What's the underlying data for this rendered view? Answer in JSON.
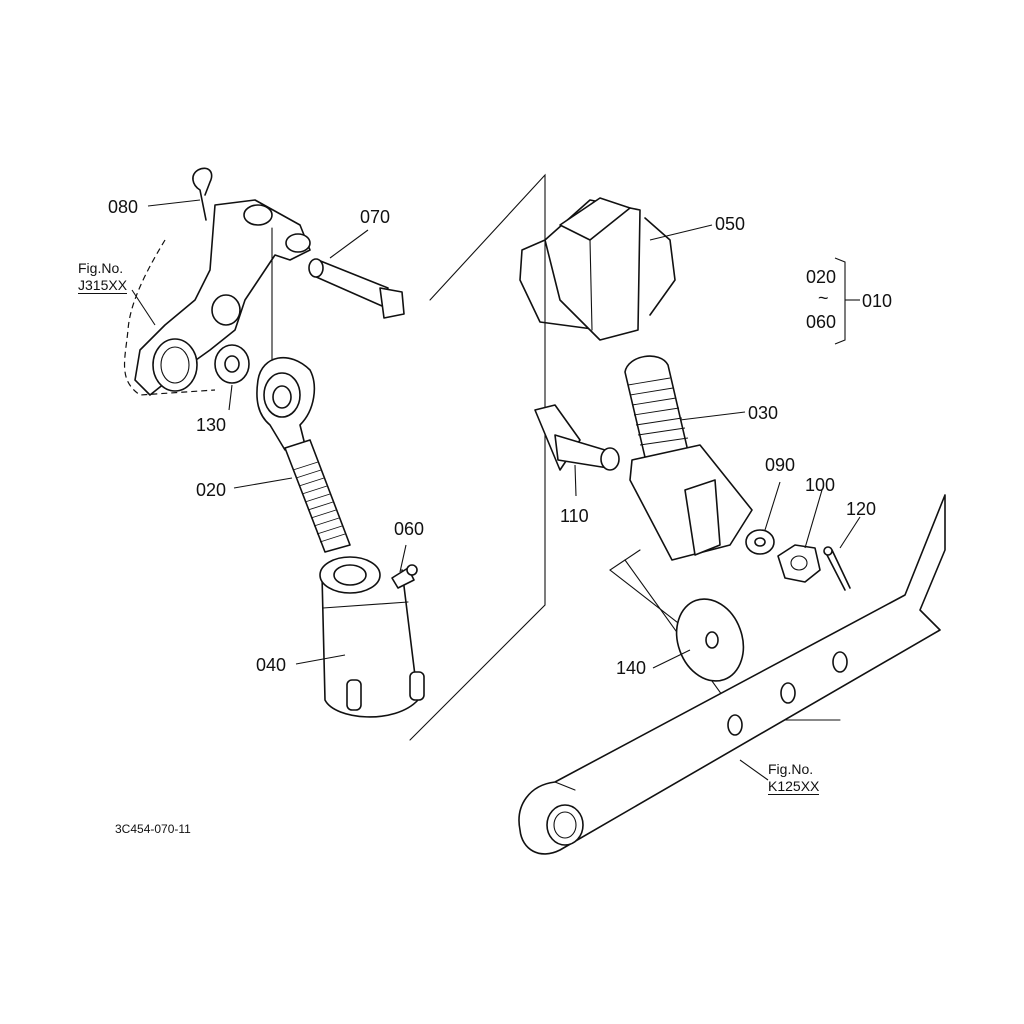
{
  "callouts": {
    "p010": "010",
    "p020": "020",
    "p020b": "020",
    "tilde": "~",
    "p060b": "060",
    "p030": "030",
    "p040": "040",
    "p050": "050",
    "p060": "060",
    "p070": "070",
    "p080": "080",
    "p090": "090",
    "p100": "100",
    "p110": "110",
    "p120": "120",
    "p130": "130",
    "p140": "140"
  },
  "figure_refs": [
    {
      "label": "Fig.No.",
      "code": "J315XX"
    },
    {
      "label": "Fig.No.",
      "code": "K125XX"
    }
  ],
  "drawing_code": "3C454-070-11"
}
